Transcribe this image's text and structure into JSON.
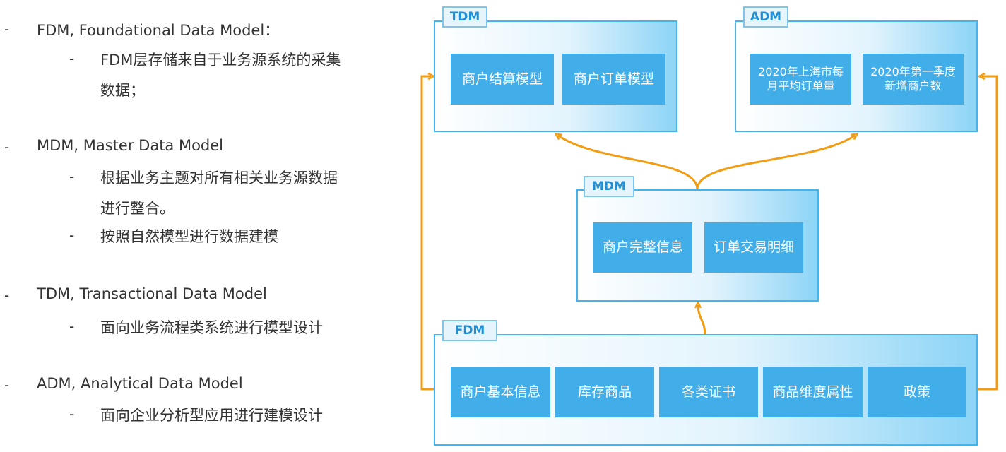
{
  "definitions": [
    {
      "term": "FDM, Foundational Data Model：",
      "details": [
        "FDM层存储来自于业务源系统的采集",
        "数据；"
      ]
    },
    {
      "term": "MDM, Master Data Model",
      "details": [
        "根据业务主题对所有相关业务源数据",
        "进行整合。",
        "按照自然模型进行数据建模"
      ]
    },
    {
      "term": "TDM, Transactional Data Model",
      "details": [
        "面向业务流程类系统进行模型设计"
      ]
    },
    {
      "term": "ADM, Analytical Data Model",
      "details": [
        "面向企业分析型应用进行建模设计"
      ]
    }
  ],
  "diagram": {
    "tdm": {
      "tag": "TDM",
      "tiles": [
        "商户结算模型",
        "商户订单模型"
      ]
    },
    "adm": {
      "tag": "ADM",
      "tiles": [
        "2020年上海市每月平均订单量",
        "2020年第一季度新增商户数"
      ]
    },
    "mdm": {
      "tag": "MDM",
      "tiles": [
        "商户完整信息",
        "订单交易明细"
      ]
    },
    "fdm": {
      "tag": "FDM",
      "tiles": [
        "商户基本信息",
        "库存商品",
        "各类证书",
        "商品维度属性",
        "政策"
      ]
    },
    "arrow_color": "#f39c12",
    "box_border_color": "#46b4ec",
    "tile_color": "#41aee9"
  }
}
